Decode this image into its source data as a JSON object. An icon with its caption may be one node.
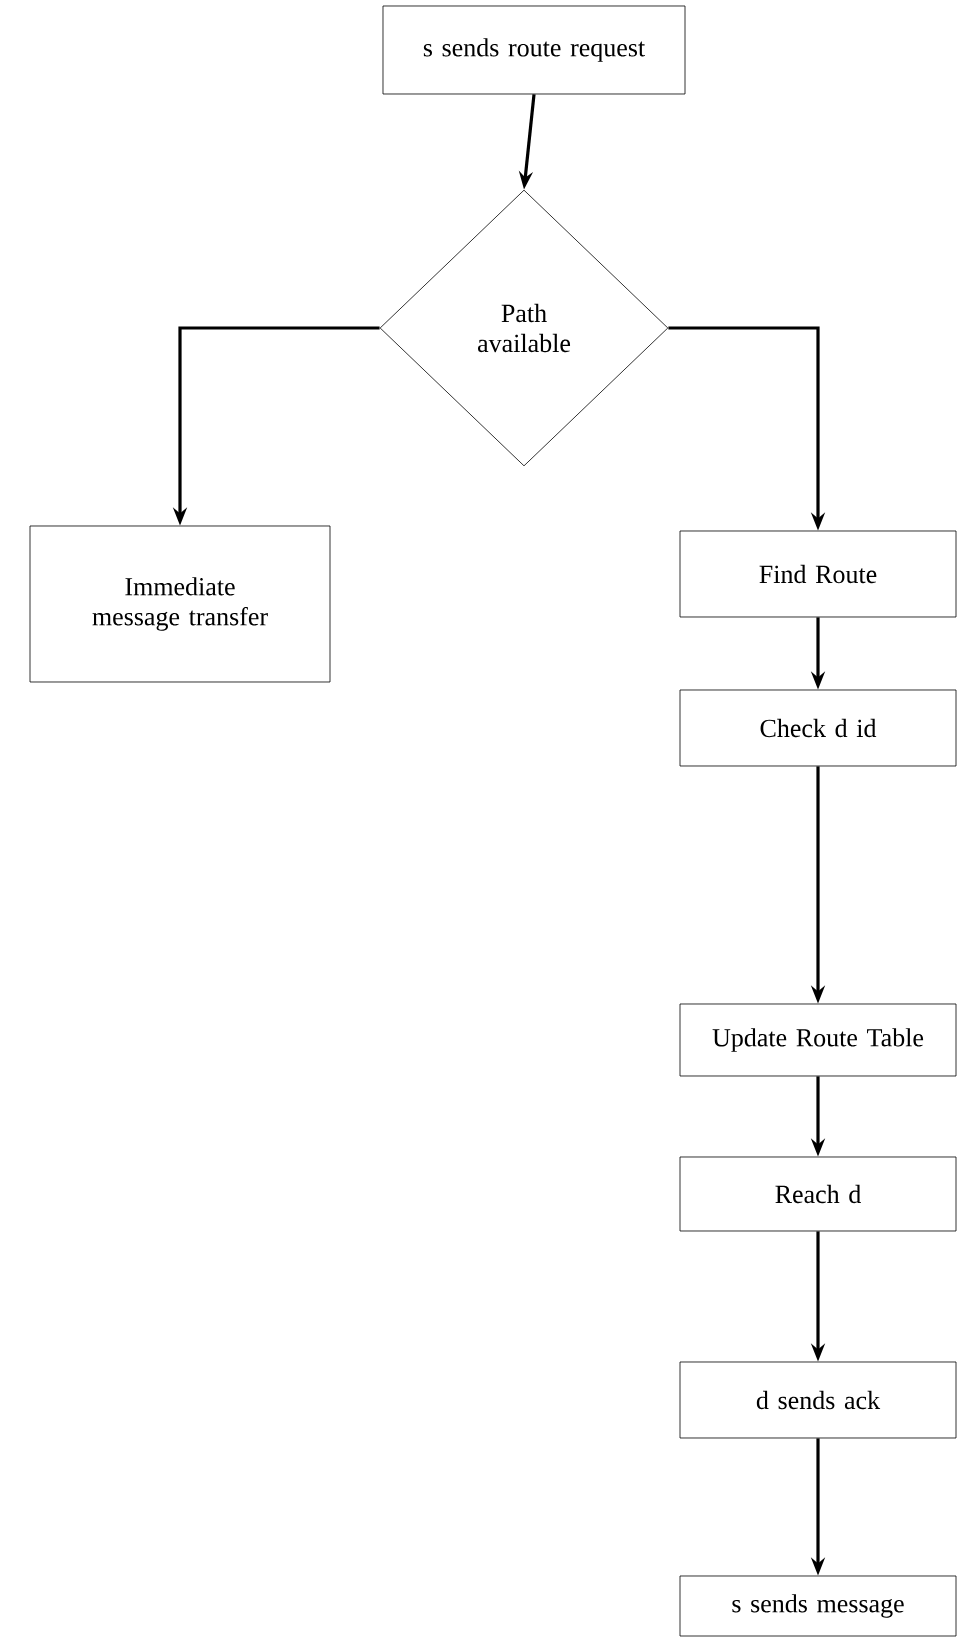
{
  "diagram": {
    "nodes": [
      {
        "text": [
          "s sends route request"
        ]
      },
      {
        "text": [
          "Path available"
        ]
      },
      {
        "text": [
          "Immediate message transfer"
        ]
      },
      {
        "text": [
          "Find Route"
        ]
      },
      {
        "text": [
          "Check d id"
        ]
      },
      {
        "text": [
          "Update Route Table"
        ]
      },
      {
        "text": [
          "Reach d"
        ]
      },
      {
        "text": [
          "d sends ack"
        ]
      },
      {
        "text": [
          "s sends message"
        ]
      }
    ],
    "edges": [
      {
        "from": 0,
        "to": 1,
        "arrow": "to"
      },
      {
        "from": 1,
        "to": 2,
        "arrow": "to"
      },
      {
        "from": 1,
        "to": 3,
        "arrow": "to"
      },
      {
        "from": 3,
        "to": 4,
        "arrow": "to"
      },
      {
        "from": 4,
        "to": 5,
        "arrow": "to"
      },
      {
        "from": 5,
        "to": 6,
        "arrow": "to"
      },
      {
        "from": 6,
        "to": 7,
        "arrow": "to"
      },
      {
        "from": 7,
        "to": 8,
        "arrow": "to"
      }
    ]
  }
}
